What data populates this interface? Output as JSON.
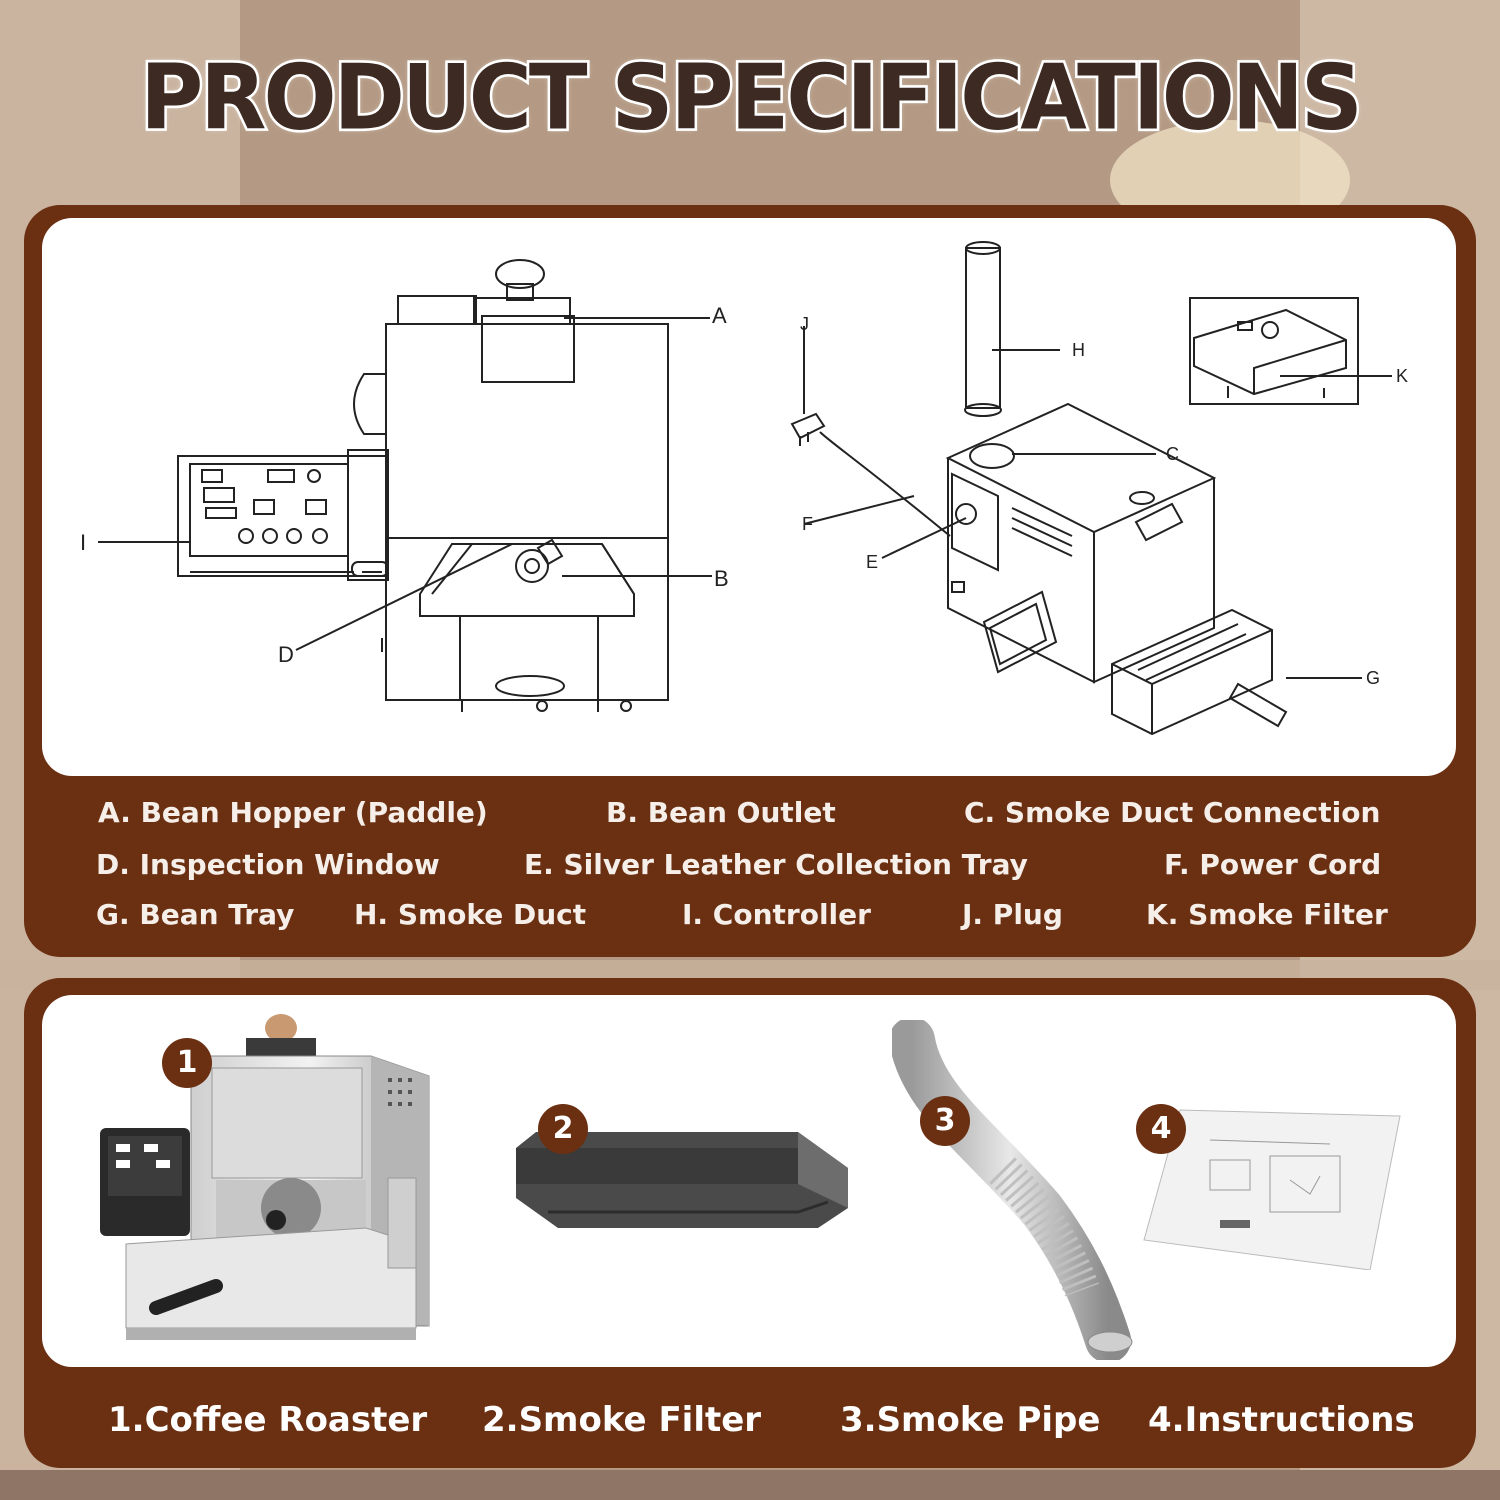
{
  "title": "PRODUCT SPECIFICATIONS",
  "callouts": {
    "a": "A",
    "b": "B",
    "c": "C",
    "d": "D",
    "e": "E",
    "f": "F",
    "g": "G",
    "h": "H",
    "i": "I",
    "j": "J",
    "k": "K"
  },
  "legend": {
    "a": "A. Bean Hopper (Paddle)",
    "b": "B. Bean Outlet",
    "c": "C. Smoke Duct Connection",
    "d": "D. Inspection Window",
    "e": "E. Silver Leather Collection Tray",
    "f": "F. Power Cord",
    "g": "G. Bean Tray",
    "h": "H. Smoke Duct",
    "i": "I. Controller",
    "j": "J. Plug",
    "k": "K. Smoke Filter"
  },
  "package": {
    "badges": [
      "1",
      "2",
      "3",
      "4"
    ],
    "labels": [
      "1.Coffee Roaster",
      "2.Smoke Filter",
      "3.Smoke Pipe",
      "4.Instructions"
    ]
  },
  "colors": {
    "panel": "#6b2f12",
    "title_fill": "#3d2a22",
    "legend_text": "#f6efe9"
  }
}
